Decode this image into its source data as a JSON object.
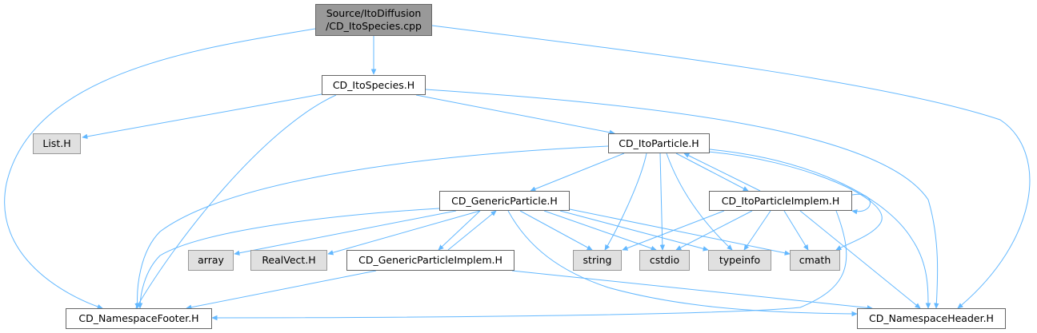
{
  "graph": {
    "colors": {
      "edge": "#63b8ff",
      "root_fill": "#999999",
      "external_fill": "#e0e0e0",
      "node_fill": "#ffffff",
      "border": "#666666"
    },
    "nodes": {
      "root": {
        "line1": "Source/ItoDiffusion",
        "line2": "/CD_ItoSpecies.cpp"
      },
      "ito_species": "CD_ItoSpecies.H",
      "list": "List.H",
      "ito_particle": "CD_ItoParticle.H",
      "generic_particle": "CD_GenericParticle.H",
      "ito_particle_implem": "CD_ItoParticleImplem.H",
      "array": "array",
      "realvect": "RealVect.H",
      "generic_particle_implem": "CD_GenericParticleImplem.H",
      "string": "string",
      "cstdio": "cstdio",
      "typeinfo": "typeinfo",
      "cmath": "cmath",
      "namespace_footer": "CD_NamespaceFooter.H",
      "namespace_header": "CD_NamespaceHeader.H"
    },
    "edges": [
      [
        "root",
        "ito_species"
      ],
      [
        "root",
        "namespace_footer"
      ],
      [
        "root",
        "namespace_header"
      ],
      [
        "ito_species",
        "list"
      ],
      [
        "ito_species",
        "ito_particle"
      ],
      [
        "ito_species",
        "namespace_footer"
      ],
      [
        "ito_species",
        "namespace_header"
      ],
      [
        "ito_particle",
        "generic_particle"
      ],
      [
        "ito_particle",
        "ito_particle_implem"
      ],
      [
        "ito_particle",
        "string"
      ],
      [
        "ito_particle",
        "cstdio"
      ],
      [
        "ito_particle",
        "typeinfo"
      ],
      [
        "ito_particle",
        "cmath"
      ],
      [
        "ito_particle",
        "namespace_footer"
      ],
      [
        "ito_particle",
        "namespace_header"
      ],
      [
        "ito_particle_implem",
        "ito_particle"
      ],
      [
        "ito_particle_implem",
        "ito_particle_implem"
      ],
      [
        "ito_particle_implem",
        "string"
      ],
      [
        "ito_particle_implem",
        "cstdio"
      ],
      [
        "ito_particle_implem",
        "typeinfo"
      ],
      [
        "ito_particle_implem",
        "cmath"
      ],
      [
        "ito_particle_implem",
        "namespace_header"
      ],
      [
        "ito_particle_implem",
        "namespace_footer"
      ],
      [
        "generic_particle",
        "array"
      ],
      [
        "generic_particle",
        "realvect"
      ],
      [
        "generic_particle",
        "generic_particle_implem"
      ],
      [
        "generic_particle",
        "string"
      ],
      [
        "generic_particle",
        "cstdio"
      ],
      [
        "generic_particle",
        "typeinfo"
      ],
      [
        "generic_particle",
        "cmath"
      ],
      [
        "generic_particle",
        "namespace_footer"
      ],
      [
        "generic_particle",
        "namespace_header"
      ],
      [
        "generic_particle_implem",
        "generic_particle"
      ],
      [
        "generic_particle_implem",
        "namespace_footer"
      ],
      [
        "generic_particle_implem",
        "namespace_header"
      ]
    ]
  }
}
